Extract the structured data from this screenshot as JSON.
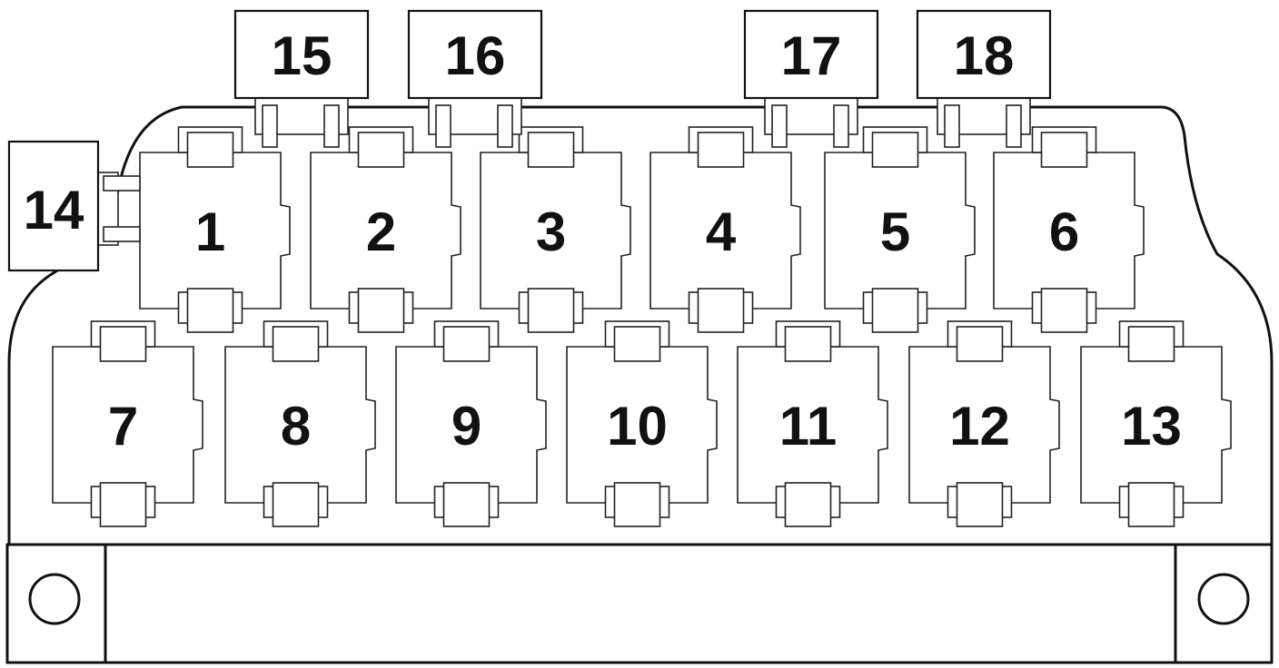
{
  "relays": [
    {
      "id": "1",
      "label": "1"
    },
    {
      "id": "2",
      "label": "2"
    },
    {
      "id": "3",
      "label": "3"
    },
    {
      "id": "4",
      "label": "4"
    },
    {
      "id": "5",
      "label": "5"
    },
    {
      "id": "6",
      "label": "6"
    },
    {
      "id": "7",
      "label": "7"
    },
    {
      "id": "8",
      "label": "8"
    },
    {
      "id": "9",
      "label": "9"
    },
    {
      "id": "10",
      "label": "10"
    },
    {
      "id": "11",
      "label": "11"
    },
    {
      "id": "12",
      "label": "12"
    },
    {
      "id": "13",
      "label": "13"
    }
  ],
  "side_fuse": {
    "id": "14",
    "label": "14"
  },
  "top_fuses": [
    {
      "id": "15",
      "label": "15"
    },
    {
      "id": "16",
      "label": "16"
    },
    {
      "id": "17",
      "label": "17"
    },
    {
      "id": "18",
      "label": "18"
    }
  ]
}
